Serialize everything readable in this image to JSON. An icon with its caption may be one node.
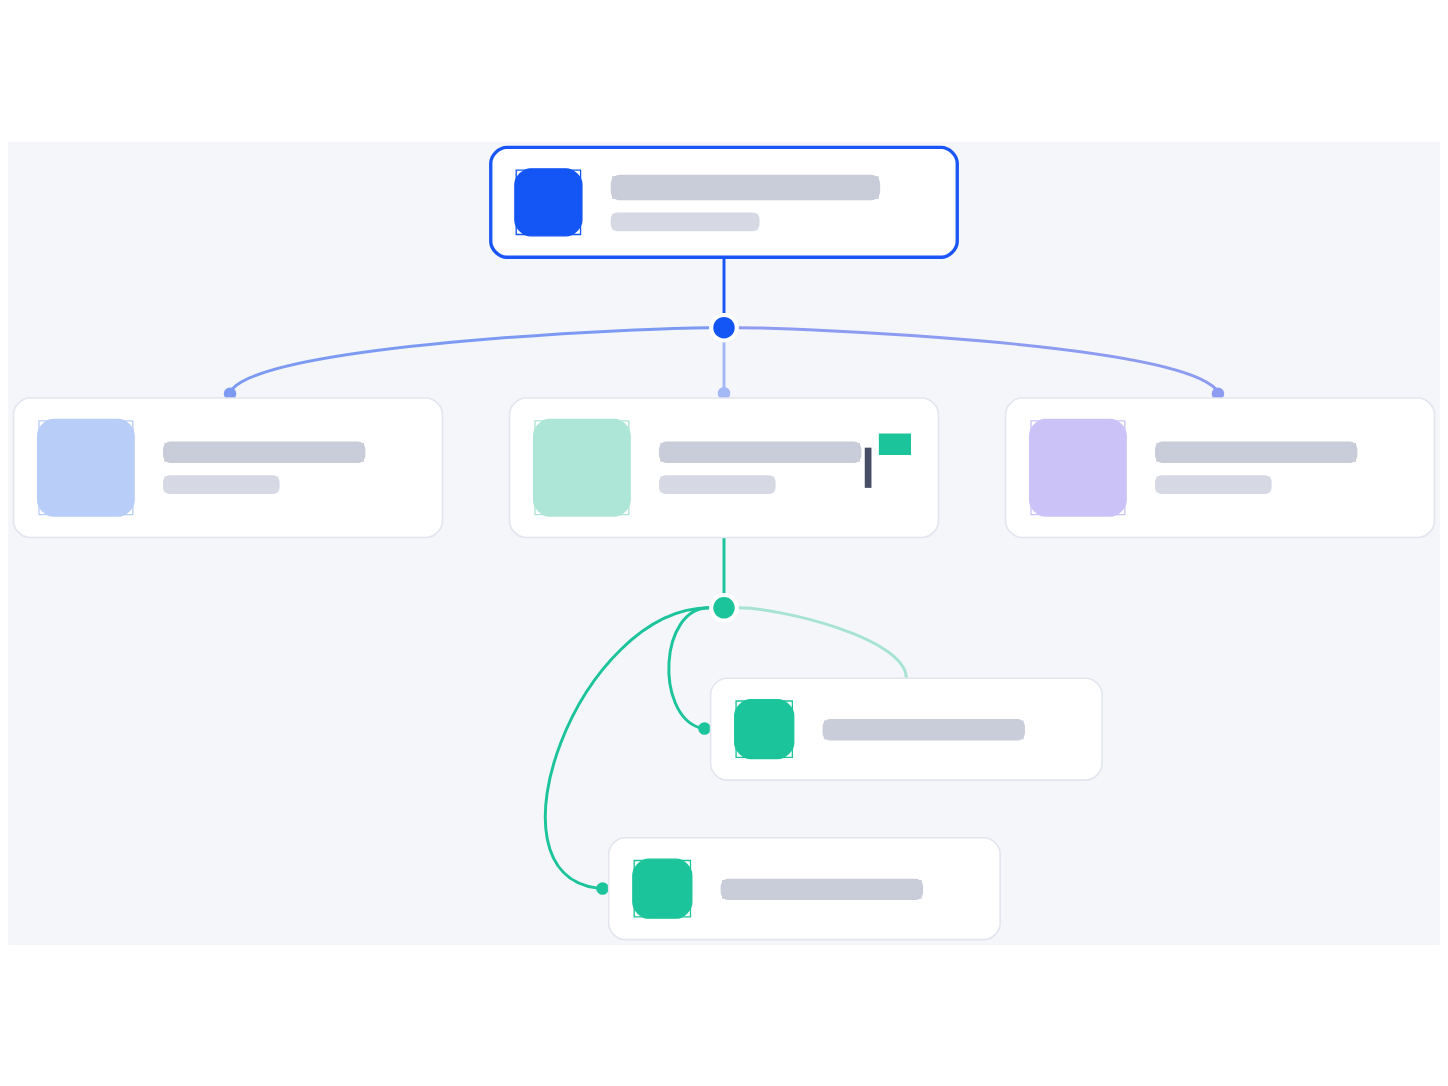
{
  "diagram": {
    "nodes": [
      {
        "text": [],
        "shape": "box"
      },
      {
        "text": [],
        "shape": "circle"
      },
      {
        "text": [],
        "shape": "box"
      },
      {
        "text": [],
        "shape": "box"
      },
      {
        "text": [],
        "shape": "box"
      },
      {
        "text": [],
        "shape": "circle"
      },
      {
        "text": [],
        "shape": "box"
      },
      {
        "text": [],
        "shape": "box"
      }
    ],
    "edges": [
      {
        "from": 0,
        "to": 1,
        "arrow": "none",
        "color": "#1a56f5"
      },
      {
        "from": 1,
        "to": 2,
        "arrow": "other",
        "color": "#7c9af2"
      },
      {
        "from": 1,
        "to": 3,
        "arrow": "other",
        "color": "#a3b8f4"
      },
      {
        "from": 1,
        "to": 4,
        "arrow": "other",
        "color": "#8d9cf1"
      },
      {
        "from": 3,
        "to": 5,
        "arrow": "none",
        "color": "#1cc49c"
      },
      {
        "from": 5,
        "to": 6,
        "arrow": "other",
        "color": "#1cc49c"
      },
      {
        "from": 5,
        "to": 7,
        "arrow": "other",
        "color": "#1cc49c"
      },
      {
        "from": 5,
        "to": 6,
        "arrow": "none",
        "color": "#a6e4d1"
      }
    ]
  }
}
